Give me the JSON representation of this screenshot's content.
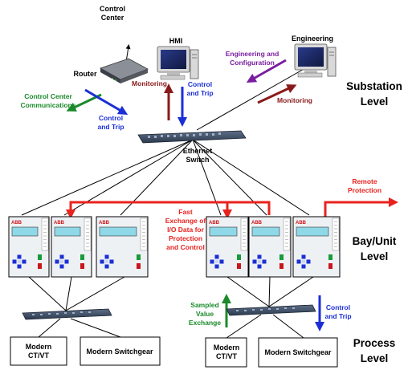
{
  "levels": {
    "substation": [
      "Substation",
      "Level"
    ],
    "bay": [
      "Bay/Unit",
      "Level"
    ],
    "process": [
      "Process",
      "Level"
    ]
  },
  "nodes": {
    "control_center": [
      "Control",
      "Center"
    ],
    "router": "Router",
    "hmi": "HMI",
    "engineering": "Engineering",
    "switch": [
      "Ethernet",
      "Switch"
    ],
    "ct_vt_left": [
      "Modern",
      "CT/VT"
    ],
    "switchgear_left": "Modern Switchgear",
    "ct_vt_right": [
      "Modern",
      "CT/VT"
    ],
    "switchgear_right": "Modern Switchgear"
  },
  "arrows": {
    "cc_comms": [
      "Control Center",
      "Communications"
    ],
    "router_control": [
      "Control",
      "and Trip"
    ],
    "hmi_monitoring": "Monitoring",
    "hmi_control": [
      "Control",
      "and Trip"
    ],
    "eng_config": [
      "Engineering and",
      "Configuration"
    ],
    "eng_monitoring": "Monitoring",
    "remote_protection": [
      "Remote",
      "Protection"
    ],
    "fast_exchange": [
      "Fast",
      "Exchange of",
      "I/O Data for",
      "Protection",
      "and Control"
    ],
    "sampled_value": [
      "Sampled",
      "Value",
      "Exchange"
    ],
    "process_control": [
      "Control",
      "and Trip"
    ]
  },
  "ied_brand": "ABB",
  "colors": {
    "red": "#e8231f",
    "green": "#1a8a2a",
    "blue": "#1b2fd6",
    "maroon": "#8a1a1a",
    "purple": "#7a1ea0"
  }
}
